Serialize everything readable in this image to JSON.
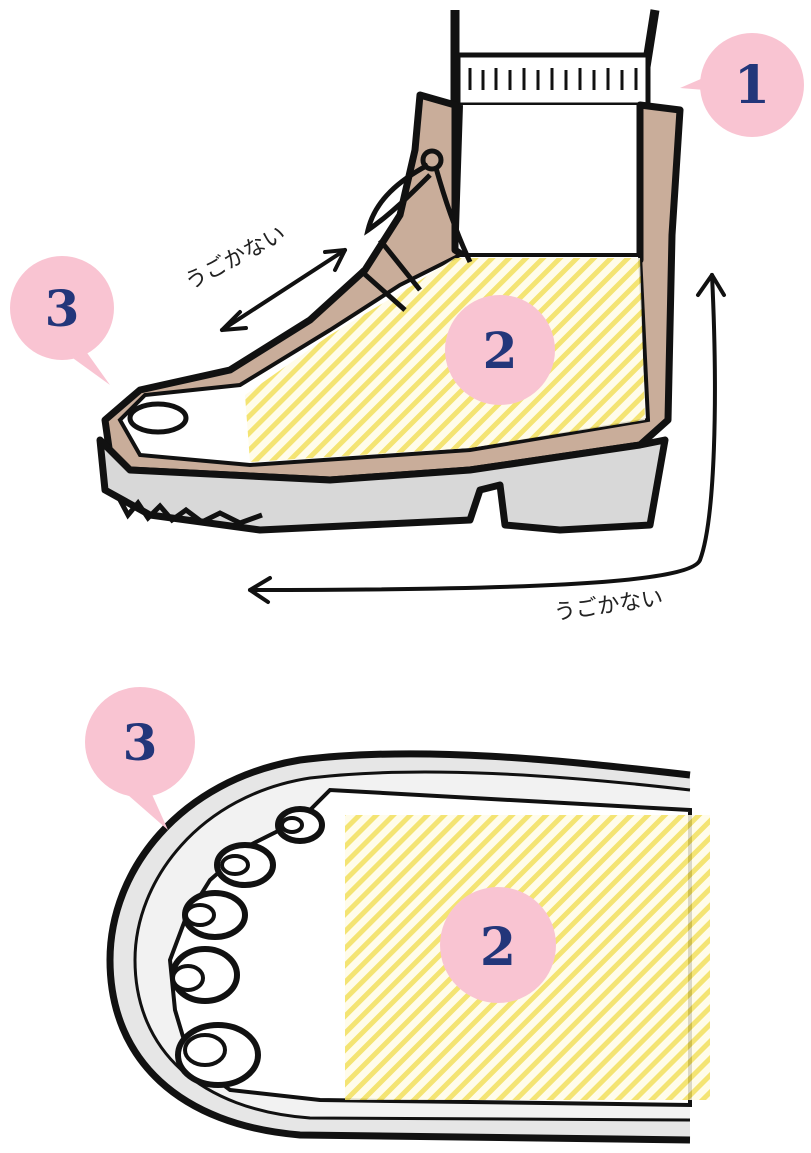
{
  "colors": {
    "bubble": "#f9c4d2",
    "number": "#23367a",
    "hatch": "#f2df5a",
    "boot_leather": "#c9ad9a",
    "sole": "#d8d8d8",
    "ink": "#111111"
  },
  "side_view": {
    "labels": {
      "ankle": "1",
      "arch": "2",
      "toe": "3"
    },
    "annotations": {
      "instep": "うごかない",
      "heel": "うごかない"
    }
  },
  "top_view": {
    "labels": {
      "arch": "2",
      "toe": "3"
    }
  }
}
